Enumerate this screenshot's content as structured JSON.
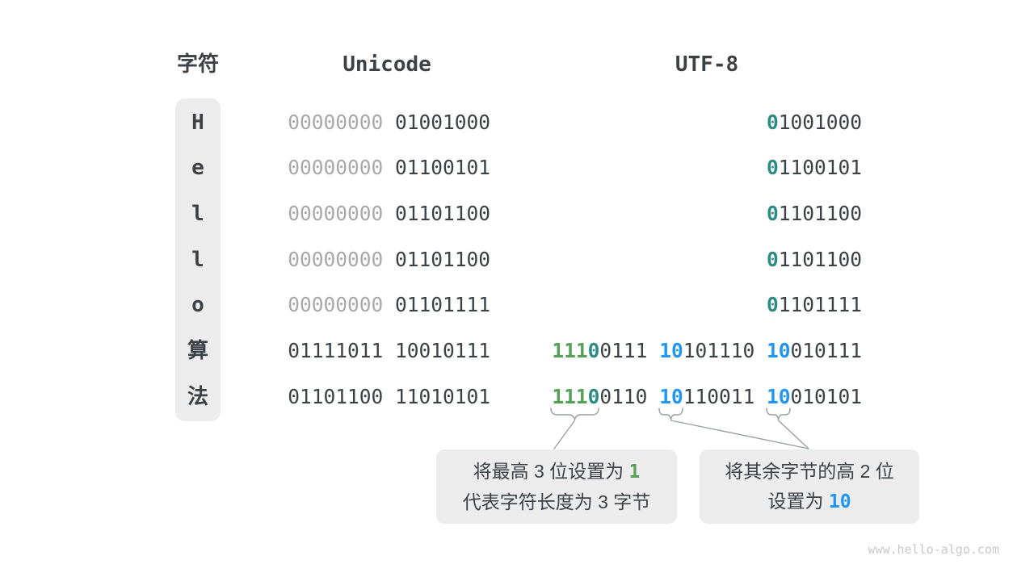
{
  "palette": {
    "dark": "#3c4146",
    "gray": "#a8a8a8",
    "green": "#55a157",
    "teal": "#2c8c84",
    "blue": "#2196f3",
    "line": "#9aa0a6",
    "box_bg": "#ececec",
    "watermark": "#c8c8c8"
  },
  "header": {
    "char_label": "字符",
    "unicode_label": "Unicode",
    "utf8_label": "UTF-8"
  },
  "table": {
    "rows": [
      {
        "char": "H",
        "unicode": [
          {
            "text": "00000000 ",
            "color": "gray"
          },
          {
            "text": "01001000",
            "color": "dark"
          }
        ],
        "utf8": [
          {
            "text": "0",
            "color": "teal"
          },
          {
            "text": "1001000",
            "color": "dark"
          }
        ]
      },
      {
        "char": "e",
        "unicode": [
          {
            "text": "00000000 ",
            "color": "gray"
          },
          {
            "text": "01100101",
            "color": "dark"
          }
        ],
        "utf8": [
          {
            "text": "0",
            "color": "teal"
          },
          {
            "text": "1100101",
            "color": "dark"
          }
        ]
      },
      {
        "char": "l",
        "unicode": [
          {
            "text": "00000000 ",
            "color": "gray"
          },
          {
            "text": "01101100",
            "color": "dark"
          }
        ],
        "utf8": [
          {
            "text": "0",
            "color": "teal"
          },
          {
            "text": "1101100",
            "color": "dark"
          }
        ]
      },
      {
        "char": "l",
        "unicode": [
          {
            "text": "00000000 ",
            "color": "gray"
          },
          {
            "text": "01101100",
            "color": "dark"
          }
        ],
        "utf8": [
          {
            "text": "0",
            "color": "teal"
          },
          {
            "text": "1101100",
            "color": "dark"
          }
        ]
      },
      {
        "char": "o",
        "unicode": [
          {
            "text": "00000000 ",
            "color": "gray"
          },
          {
            "text": "01101111",
            "color": "dark"
          }
        ],
        "utf8": [
          {
            "text": "0",
            "color": "teal"
          },
          {
            "text": "1101111",
            "color": "dark"
          }
        ]
      },
      {
        "char": "算",
        "unicode": [
          {
            "text": "01111011 10010111",
            "color": "dark"
          }
        ],
        "utf8": [
          {
            "text": "111",
            "color": "green"
          },
          {
            "text": "0",
            "color": "teal"
          },
          {
            "text": "0111 ",
            "color": "dark"
          },
          {
            "text": "10",
            "color": "blue"
          },
          {
            "text": "101110 ",
            "color": "dark"
          },
          {
            "text": "10",
            "color": "blue"
          },
          {
            "text": "010111",
            "color": "dark"
          }
        ]
      },
      {
        "char": "法",
        "unicode": [
          {
            "text": "01101100 11010101",
            "color": "dark"
          }
        ],
        "utf8": [
          {
            "text": "111",
            "color": "green"
          },
          {
            "text": "0",
            "color": "teal"
          },
          {
            "text": "0110 ",
            "color": "dark"
          },
          {
            "text": "10",
            "color": "blue"
          },
          {
            "text": "110011 ",
            "color": "dark"
          },
          {
            "text": "10",
            "color": "blue"
          },
          {
            "text": "010101",
            "color": "dark"
          }
        ]
      }
    ]
  },
  "callouts": {
    "first_byte": {
      "lines": [
        [
          {
            "text": "将最高 3 位设置为 ",
            "color": "dark"
          },
          {
            "text": "1",
            "color": "green",
            "mono": true
          }
        ],
        [
          {
            "text": "代表字符长度为 3 字节",
            "color": "dark"
          }
        ]
      ]
    },
    "continuation": {
      "lines": [
        [
          {
            "text": "将其余字节的高 2 位",
            "color": "dark"
          }
        ],
        [
          {
            "text": "设置为 ",
            "color": "dark"
          },
          {
            "text": "10",
            "color": "blue",
            "mono": true
          }
        ]
      ]
    }
  },
  "watermark": "www.hello-algo.com"
}
